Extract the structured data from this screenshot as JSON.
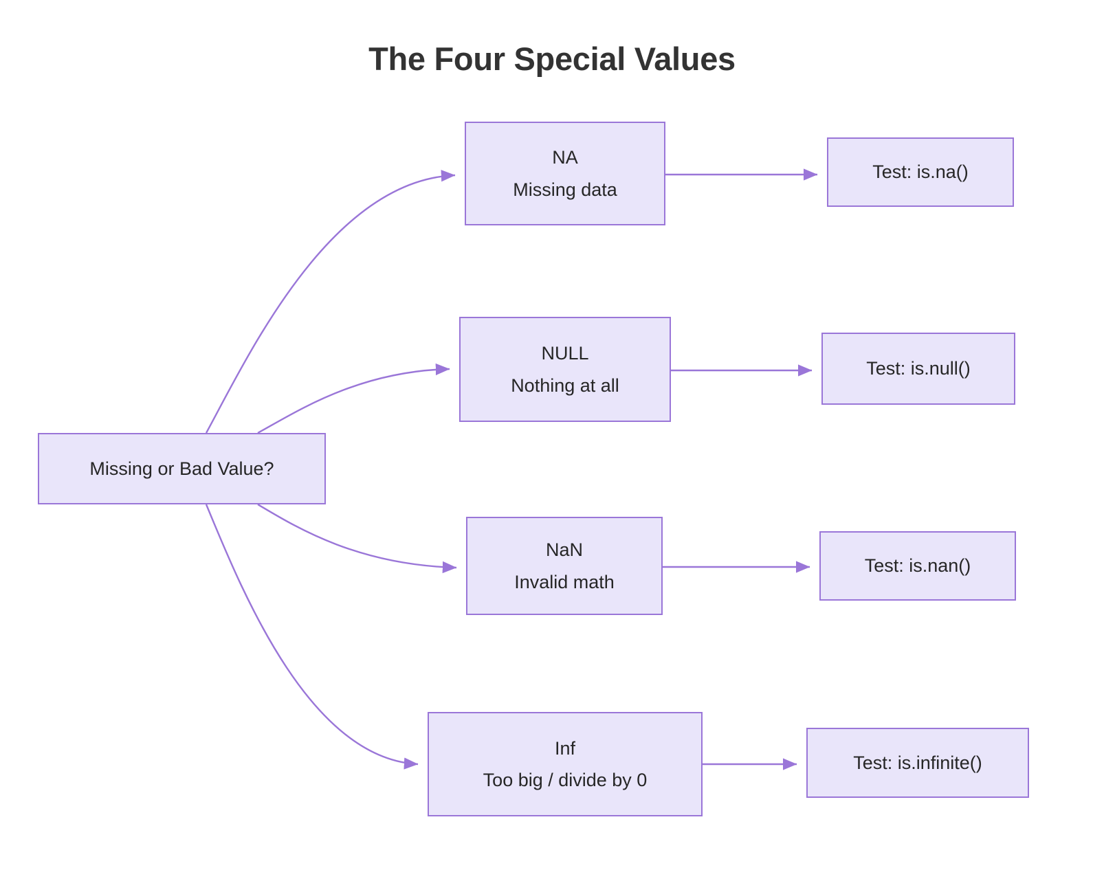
{
  "title": "The Four Special Values",
  "theme": {
    "node_fill": "#e9e5fa",
    "node_border": "#9a76d8",
    "edge_color": "#9a76d8",
    "text_color": "#262626",
    "background": "#ffffff"
  },
  "chart_data": {
    "type": "diagram",
    "diagram_kind": "flowchart",
    "direction": "left-to-right",
    "title": "The Four Special Values",
    "nodes": [
      {
        "id": "root",
        "label": "Missing or Bad Value?",
        "lines": [
          "Missing or Bad Value?"
        ]
      },
      {
        "id": "na",
        "label": "NA / Missing data",
        "lines": [
          "NA",
          "Missing data"
        ]
      },
      {
        "id": "null",
        "label": "NULL / Nothing at all",
        "lines": [
          "NULL",
          "Nothing at all"
        ]
      },
      {
        "id": "nan",
        "label": "NaN / Invalid math",
        "lines": [
          "NaN",
          "Invalid math"
        ]
      },
      {
        "id": "inf",
        "label": "Inf / Too big / divide by 0",
        "lines": [
          "Inf",
          "Too big / divide by 0"
        ]
      },
      {
        "id": "test_na",
        "label": "Test: is.na()",
        "lines": [
          "Test: is.na()"
        ]
      },
      {
        "id": "test_null",
        "label": "Test: is.null()",
        "lines": [
          "Test: is.null()"
        ]
      },
      {
        "id": "test_nan",
        "label": "Test: is.nan()",
        "lines": [
          "Test: is.nan()"
        ]
      },
      {
        "id": "test_inf",
        "label": "Test: is.infinite()",
        "lines": [
          "Test: is.infinite()"
        ]
      }
    ],
    "edges": [
      {
        "from": "root",
        "to": "na",
        "style": "curved",
        "arrow": true,
        "label": ""
      },
      {
        "from": "root",
        "to": "null",
        "style": "curved",
        "arrow": true,
        "label": ""
      },
      {
        "from": "root",
        "to": "nan",
        "style": "curved",
        "arrow": true,
        "label": ""
      },
      {
        "from": "root",
        "to": "inf",
        "style": "curved",
        "arrow": true,
        "label": ""
      },
      {
        "from": "na",
        "to": "test_na",
        "style": "straight",
        "arrow": true,
        "label": ""
      },
      {
        "from": "null",
        "to": "test_null",
        "style": "straight",
        "arrow": true,
        "label": ""
      },
      {
        "from": "nan",
        "to": "test_nan",
        "style": "straight",
        "arrow": true,
        "label": ""
      },
      {
        "from": "inf",
        "to": "test_inf",
        "style": "straight",
        "arrow": true,
        "label": ""
      }
    ]
  },
  "nodes": {
    "root": {
      "line1": "Missing or Bad Value?"
    },
    "na": {
      "line1": "NA",
      "line2": "Missing data"
    },
    "null": {
      "line1": "NULL",
      "line2": "Nothing at all"
    },
    "nan": {
      "line1": "NaN",
      "line2": "Invalid math"
    },
    "inf": {
      "line1": "Inf",
      "line2": "Too big / divide by 0"
    },
    "test_na": {
      "line1": "Test: is.na()"
    },
    "test_null": {
      "line1": "Test: is.null()"
    },
    "test_nan": {
      "line1": "Test: is.nan()"
    },
    "test_inf": {
      "line1": "Test: is.infinite()"
    }
  }
}
